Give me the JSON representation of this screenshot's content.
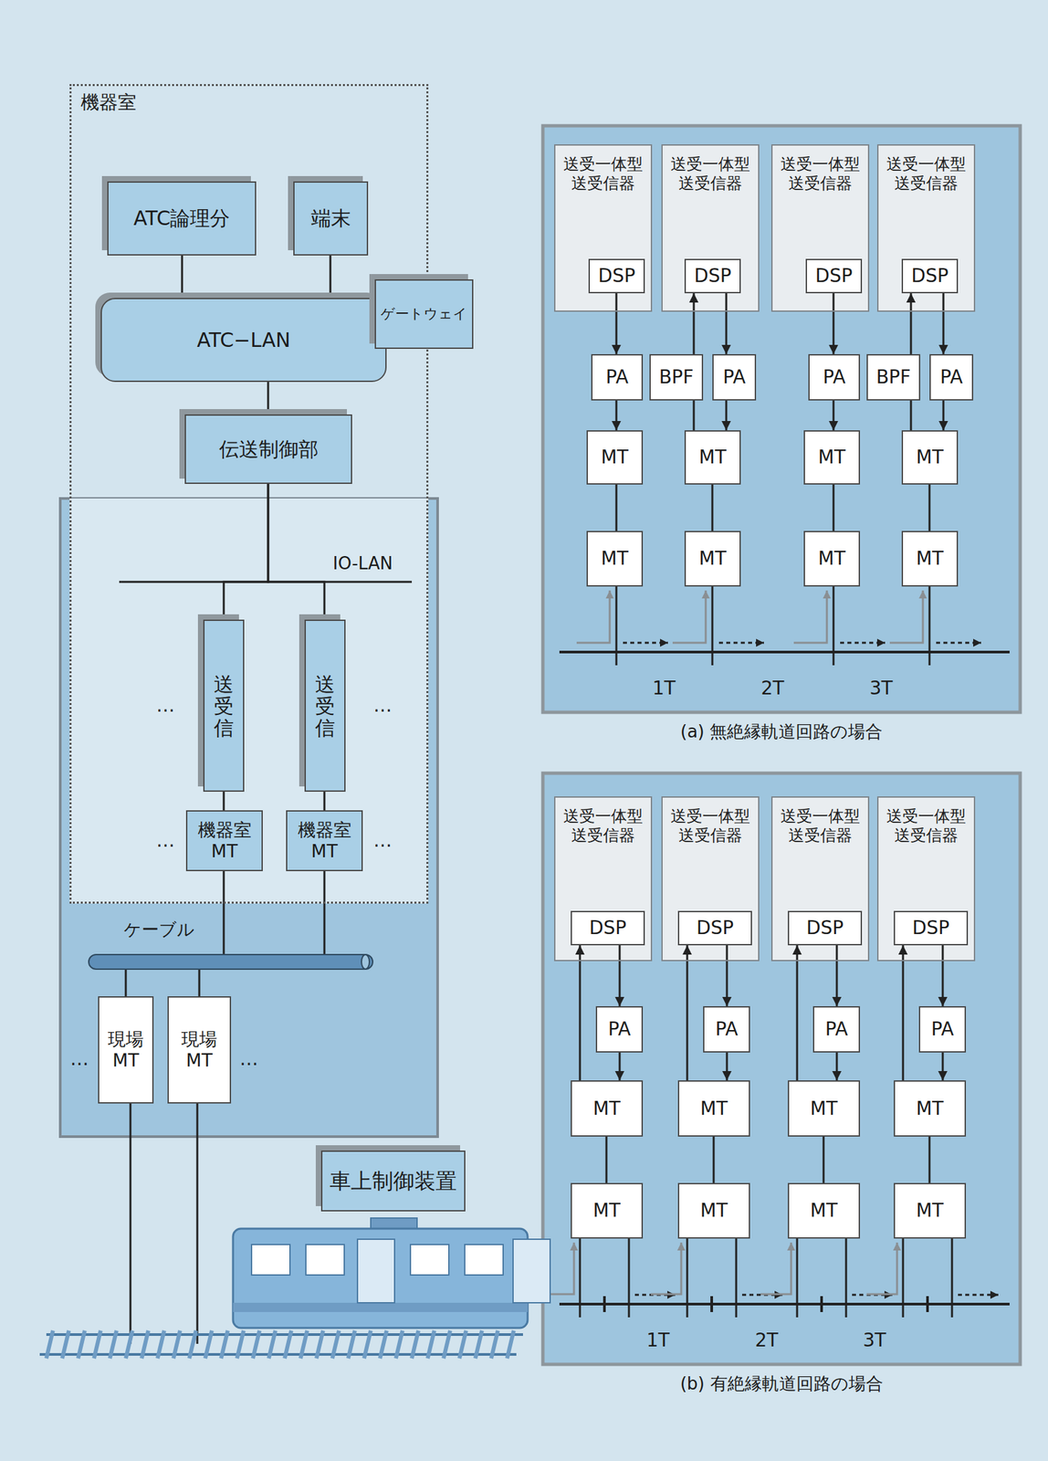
{
  "diagram": {
    "nodes": [
      {
        "text": [
          "機器室"
        ]
      },
      {
        "text": [
          "ATC論理分"
        ],
        "in": 0
      },
      {
        "text": [
          "端末"
        ],
        "in": 0
      },
      {
        "text": [
          "ATC−LAN"
        ],
        "in": 0
      },
      {
        "text": [
          "ゲートウェイ"
        ],
        "in": 0
      },
      {
        "text": [
          "伝送制御部"
        ],
        "in": 0
      },
      {
        "text": [
          "送受信"
        ],
        "in": 0
      },
      {
        "text": [
          "送受信"
        ],
        "in": 0
      },
      {
        "text": [
          "機器室 MT"
        ],
        "in": 0
      },
      {
        "text": [
          "機器室 MT"
        ],
        "in": 0
      },
      {
        "text": [
          "現場 MT"
        ]
      },
      {
        "text": [
          "現場 MT"
        ]
      },
      {
        "text": [
          "車上制御装置"
        ]
      },
      {
        "text": [
          "(a) 無絶縁軌道回路の場合"
        ]
      },
      {
        "text": [
          "送受一体型 送受信器"
        ],
        "in": 13
      },
      {
        "text": [
          "DSP"
        ],
        "in": 14
      },
      {
        "text": [
          "送受一体型 送受信器"
        ],
        "in": 13
      },
      {
        "text": [
          "DSP"
        ],
        "in": 16
      },
      {
        "text": [
          "送受一体型 送受信器"
        ],
        "in": 13
      },
      {
        "text": [
          "DSP"
        ],
        "in": 18
      },
      {
        "text": [
          "送受一体型 送受信器"
        ],
        "in": 13
      },
      {
        "text": [
          "DSP"
        ],
        "in": 20
      },
      {
        "text": [
          "PA"
        ],
        "in": 13
      },
      {
        "text": [
          "BPF"
        ],
        "in": 13
      },
      {
        "text": [
          "PA"
        ],
        "in": 13
      },
      {
        "text": [
          "PA"
        ],
        "in": 13
      },
      {
        "text": [
          "BPF"
        ],
        "in": 13
      },
      {
        "text": [
          "PA"
        ],
        "in": 13
      },
      {
        "text": [
          "MT"
        ],
        "in": 13
      },
      {
        "text": [
          "MT"
        ],
        "in": 13
      },
      {
        "text": [
          "MT"
        ],
        "in": 13
      },
      {
        "text": [
          "MT"
        ],
        "in": 13
      },
      {
        "text": [
          "MT"
        ],
        "in": 13
      },
      {
        "text": [
          "MT"
        ],
        "in": 13
      },
      {
        "text": [
          "MT"
        ],
        "in": 13
      },
      {
        "text": [
          "MT"
        ],
        "in": 13
      },
      {
        "text": [
          "(b) 有絶縁軌道回路の場合"
        ]
      },
      {
        "text": [
          "送受一体型 送受信器"
        ],
        "in": 36
      },
      {
        "text": [
          "DSP"
        ],
        "in": 37
      },
      {
        "text": [
          "送受一体型 送受信器"
        ],
        "in": 36
      },
      {
        "text": [
          "DSP"
        ],
        "in": 39
      },
      {
        "text": [
          "送受一体型 送受信器"
        ],
        "in": 36
      },
      {
        "text": [
          "DSP"
        ],
        "in": 41
      },
      {
        "text": [
          "送受一体型 送受信器"
        ],
        "in": 36
      },
      {
        "text": [
          "DSP"
        ],
        "in": 43
      },
      {
        "text": [
          "PA"
        ],
        "in": 36
      },
      {
        "text": [
          "PA"
        ],
        "in": 36
      },
      {
        "text": [
          "PA"
        ],
        "in": 36
      },
      {
        "text": [
          "PA"
        ],
        "in": 36
      },
      {
        "text": [
          "MT"
        ],
        "in": 36
      },
      {
        "text": [
          "MT"
        ],
        "in": 36
      },
      {
        "text": [
          "MT"
        ],
        "in": 36
      },
      {
        "text": [
          "MT"
        ],
        "in": 36
      },
      {
        "text": [
          "MT"
        ],
        "in": 36
      },
      {
        "text": [
          "MT"
        ],
        "in": 36
      },
      {
        "text": [
          "MT"
        ],
        "in": 36
      },
      {
        "text": [
          "MT"
        ],
        "in": 36
      }
    ],
    "edges": [
      {
        "from": 1,
        "to": 3,
        "arrow": "none"
      },
      {
        "from": 2,
        "to": 3,
        "arrow": "none"
      },
      {
        "from": 3,
        "to": 5,
        "arrow": "none"
      },
      {
        "from": 5,
        "to": 6,
        "arrow": "none"
      },
      {
        "from": 5,
        "to": 7,
        "arrow": "none"
      },
      {
        "from": 6,
        "to": 8,
        "arrow": "none"
      },
      {
        "from": 7,
        "to": 9,
        "arrow": "none"
      },
      {
        "from": 8,
        "to": 10,
        "arrow": "none"
      },
      {
        "from": 9,
        "to": 11,
        "arrow": "none"
      },
      {
        "from": 15,
        "to": 22,
        "arrow": "to"
      },
      {
        "from": 22,
        "to": 28,
        "arrow": "to"
      },
      {
        "from": 28,
        "to": 32,
        "arrow": "none"
      },
      {
        "from": 29,
        "to": 23,
        "arrow": "none"
      },
      {
        "from": 23,
        "to": 17,
        "arrow": "to"
      },
      {
        "from": 17,
        "to": 24,
        "arrow": "to"
      },
      {
        "from": 24,
        "to": 29,
        "arrow": "to"
      },
      {
        "from": 29,
        "to": 33,
        "arrow": "none"
      },
      {
        "from": 19,
        "to": 25,
        "arrow": "to"
      },
      {
        "from": 25,
        "to": 30,
        "arrow": "to"
      },
      {
        "from": 30,
        "to": 34,
        "arrow": "none"
      },
      {
        "from": 31,
        "to": 26,
        "arrow": "none"
      },
      {
        "from": 26,
        "to": 21,
        "arrow": "to"
      },
      {
        "from": 21,
        "to": 27,
        "arrow": "to"
      },
      {
        "from": 27,
        "to": 31,
        "arrow": "to"
      },
      {
        "from": 31,
        "to": 35,
        "arrow": "none"
      },
      {
        "from": 38,
        "to": 45,
        "arrow": "to"
      },
      {
        "from": 45,
        "to": 49,
        "arrow": "to"
      },
      {
        "from": 49,
        "to": 38,
        "arrow": "to"
      },
      {
        "from": 49,
        "to": 53,
        "arrow": "none"
      },
      {
        "from": 40,
        "to": 46,
        "arrow": "to"
      },
      {
        "from": 46,
        "to": 50,
        "arrow": "to"
      },
      {
        "from": 50,
        "to": 40,
        "arrow": "to"
      },
      {
        "from": 50,
        "to": 54,
        "arrow": "none"
      },
      {
        "from": 42,
        "to": 47,
        "arrow": "to"
      },
      {
        "from": 47,
        "to": 51,
        "arrow": "to"
      },
      {
        "from": 51,
        "to": 42,
        "arrow": "to"
      },
      {
        "from": 51,
        "to": 55,
        "arrow": "none"
      },
      {
        "from": 44,
        "to": 48,
        "arrow": "to"
      },
      {
        "from": 48,
        "to": 52,
        "arrow": "to"
      },
      {
        "from": 52,
        "to": 44,
        "arrow": "to"
      },
      {
        "from": 52,
        "to": 56,
        "arrow": "none"
      }
    ],
    "labels": [
      "IO-LAN",
      "…",
      "…",
      "…",
      "…",
      "ケーブル",
      "…",
      "…",
      "1T",
      "2T",
      "3T",
      "1T",
      "2T",
      "3T"
    ]
  }
}
